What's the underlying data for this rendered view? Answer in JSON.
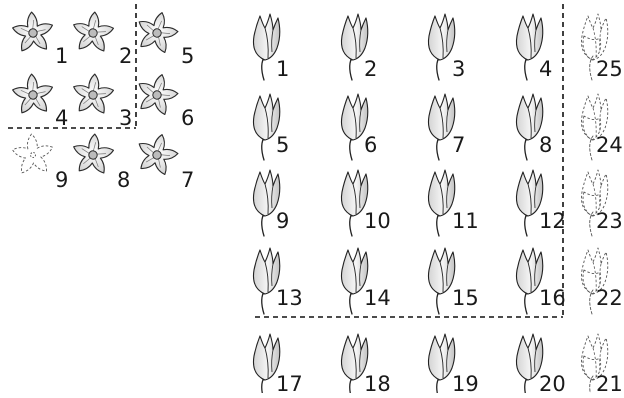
{
  "flowers": {
    "labels": [
      "1",
      "2",
      "5",
      "4",
      "3",
      "6",
      "9",
      "8",
      "7"
    ],
    "dashed": [
      false,
      false,
      false,
      false,
      false,
      false,
      true,
      false,
      false
    ]
  },
  "tulips": {
    "labels": [
      "1",
      "2",
      "3",
      "4",
      "25",
      "5",
      "6",
      "7",
      "8",
      "24",
      "9",
      "10",
      "11",
      "12",
      "23",
      "13",
      "14",
      "15",
      "16",
      "22",
      "17",
      "18",
      "19",
      "20",
      "21"
    ],
    "dashed": [
      false,
      false,
      false,
      false,
      true,
      false,
      false,
      false,
      false,
      true,
      false,
      false,
      false,
      false,
      true,
      false,
      false,
      false,
      false,
      true,
      false,
      false,
      false,
      false,
      true
    ]
  }
}
